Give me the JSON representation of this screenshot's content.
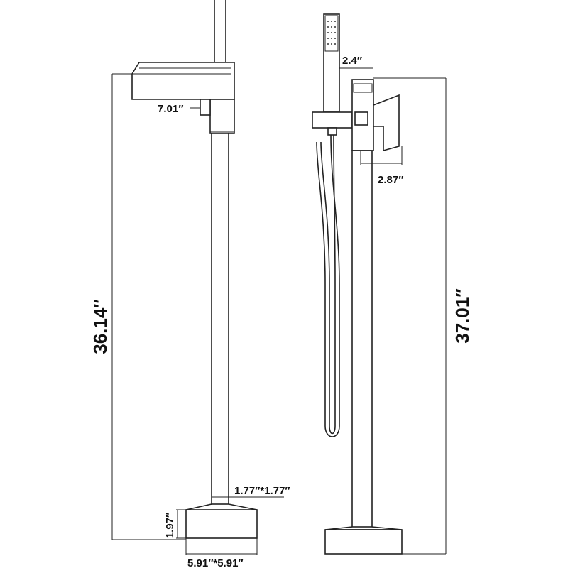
{
  "dimensions": {
    "spout_depth": "7.01″",
    "left_height": "36.14″",
    "column_size": "1.77″*1.77″",
    "base_height": "1.97″",
    "base_size": "5.91″*5.91″",
    "handshower_width": "2.4″",
    "handle_depth": "2.87″",
    "right_height": "37.01″"
  }
}
